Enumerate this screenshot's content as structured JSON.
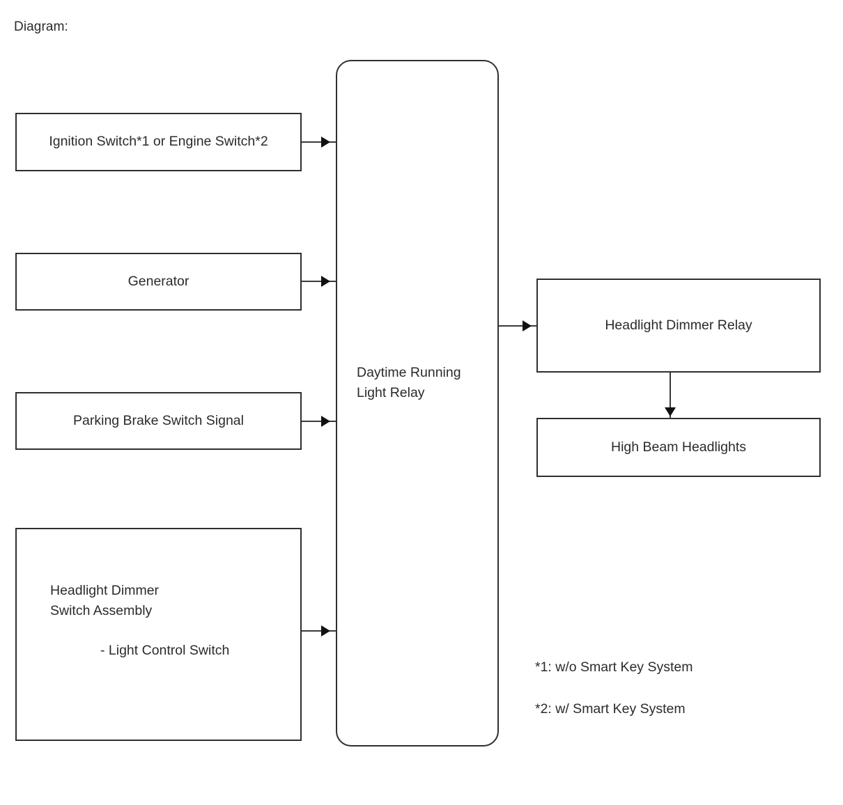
{
  "page": {
    "caption": "Diagram:",
    "background_color": "#ffffff",
    "line_color": "#2f2f2f",
    "text_color": "#2b2b2b"
  },
  "nodes": {
    "ignition": {
      "label": "Ignition Switch*1 or Engine Switch*2"
    },
    "generator": {
      "label": "Generator"
    },
    "parking_brake": {
      "label": "Parking Brake Switch Signal"
    },
    "dimmer_switch": {
      "label": "Headlight Dimmer\nSwitch Assembly",
      "sub_label": "- Light Control Switch"
    },
    "drl_relay": {
      "label": "Daytime Running\nLight Relay"
    },
    "dimmer_relay": {
      "label": "Headlight Dimmer Relay"
    },
    "high_beam": {
      "label": "High Beam Headlights"
    }
  },
  "footnotes": [
    {
      "id": "*1",
      "text": "*1: w/o Smart Key System"
    },
    {
      "id": "*2",
      "text": "*2: w/ Smart Key System"
    }
  ],
  "connections": [
    {
      "from": "ignition",
      "to": "drl_relay",
      "direction": "right"
    },
    {
      "from": "generator",
      "to": "drl_relay",
      "direction": "right"
    },
    {
      "from": "parking_brake",
      "to": "drl_relay",
      "direction": "right"
    },
    {
      "from": "dimmer_switch",
      "to": "drl_relay",
      "direction": "right"
    },
    {
      "from": "drl_relay",
      "to": "dimmer_relay",
      "direction": "right"
    },
    {
      "from": "dimmer_relay",
      "to": "high_beam",
      "direction": "down"
    }
  ]
}
